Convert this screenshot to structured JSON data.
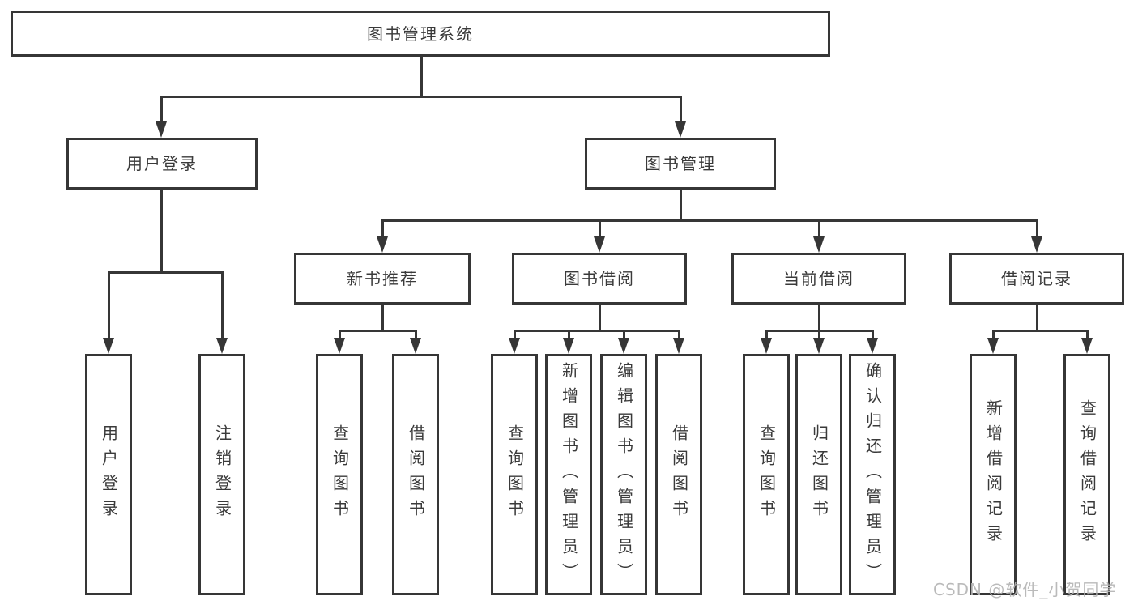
{
  "colors": {
    "background": "#ffffff",
    "line": "#363636",
    "box_border": "#363636",
    "text": "#3a3a3a",
    "watermark": "#b2b2b2"
  },
  "root": {
    "label": "图书管理系统"
  },
  "level2": [
    {
      "label": "用户登录"
    },
    {
      "label": "图书管理"
    }
  ],
  "level3": [
    {
      "label": "新书推荐"
    },
    {
      "label": "图书借阅"
    },
    {
      "label": "当前借阅"
    },
    {
      "label": "借阅记录"
    }
  ],
  "leaves": [
    {
      "label": "用户登录"
    },
    {
      "label": "注销登录"
    },
    {
      "label": "查询图书"
    },
    {
      "label": "借阅图书"
    },
    {
      "label": "查询图书"
    },
    {
      "label": "新增图书（管理员）"
    },
    {
      "label": "编辑图书（管理员）"
    },
    {
      "label": "借阅图书"
    },
    {
      "label": "查询图书"
    },
    {
      "label": "归还图书"
    },
    {
      "label": "确认归还（管理员）"
    },
    {
      "label": "新增借阅记录"
    },
    {
      "label": "查询借阅记录"
    }
  ],
  "watermark": {
    "text": "CSDN @软件_小贺同学"
  },
  "hierarchy": {
    "图书管理系统": {
      "用户登录": [
        "用户登录",
        "注销登录"
      ],
      "图书管理": {
        "新书推荐": [
          "查询图书",
          "借阅图书"
        ],
        "图书借阅": [
          "查询图书",
          "新增图书（管理员）",
          "编辑图书（管理员）",
          "借阅图书"
        ],
        "当前借阅": [
          "查询图书",
          "归还图书",
          "确认归还（管理员）"
        ],
        "借阅记录": [
          "新增借阅记录",
          "查询借阅记录"
        ]
      }
    }
  }
}
